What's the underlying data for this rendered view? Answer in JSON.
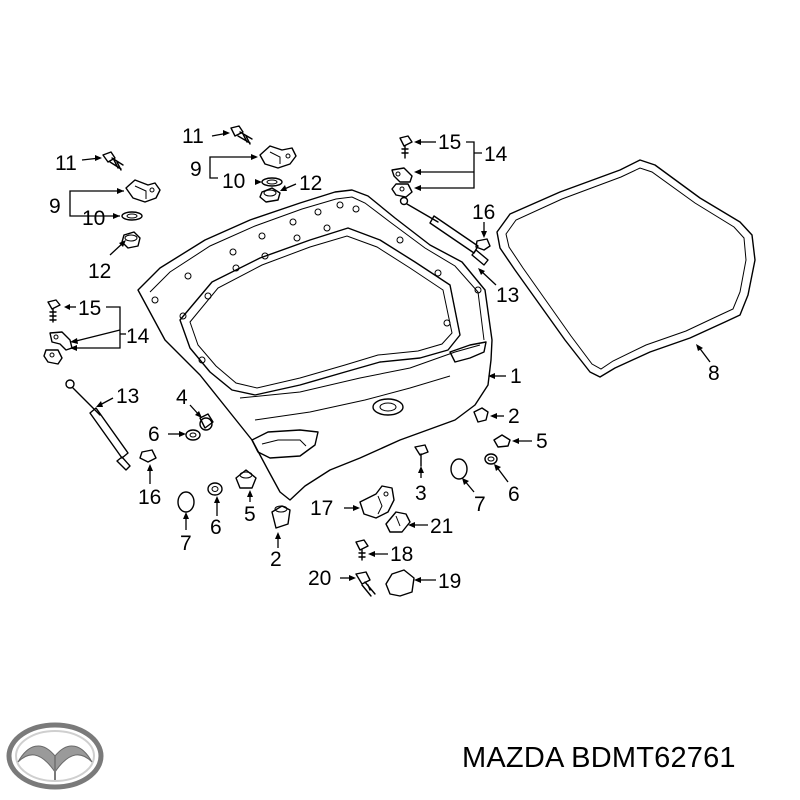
{
  "brand": "MAZDA",
  "part_number": "BDMT62761",
  "caption": "MAZDA BDMT62761",
  "colors": {
    "line": "#000000",
    "background": "#ffffff"
  },
  "callouts": [
    {
      "id": "c11a",
      "text": "11"
    },
    {
      "id": "c9a",
      "text": "9"
    },
    {
      "id": "c10a",
      "text": "10"
    },
    {
      "id": "c12a",
      "text": "12"
    },
    {
      "id": "c15a",
      "text": "15"
    },
    {
      "id": "c14a",
      "text": "14"
    },
    {
      "id": "c13a",
      "text": "13"
    },
    {
      "id": "c4",
      "text": "4"
    },
    {
      "id": "c6a",
      "text": "6"
    },
    {
      "id": "c16a",
      "text": "16"
    },
    {
      "id": "c7a",
      "text": "7"
    },
    {
      "id": "c6b",
      "text": "6"
    },
    {
      "id": "c5a",
      "text": "5"
    },
    {
      "id": "c2a",
      "text": "2"
    },
    {
      "id": "c11b",
      "text": "11"
    },
    {
      "id": "c9b",
      "text": "9"
    },
    {
      "id": "c10b",
      "text": "10"
    },
    {
      "id": "c12b",
      "text": "12"
    },
    {
      "id": "c15b",
      "text": "15"
    },
    {
      "id": "c14b",
      "text": "14"
    },
    {
      "id": "c16b",
      "text": "16"
    },
    {
      "id": "c13b",
      "text": "13"
    },
    {
      "id": "c8",
      "text": "8"
    },
    {
      "id": "c1",
      "text": "1"
    },
    {
      "id": "c2b",
      "text": "2"
    },
    {
      "id": "c5b",
      "text": "5"
    },
    {
      "id": "c6c",
      "text": "6"
    },
    {
      "id": "c7b",
      "text": "7"
    },
    {
      "id": "c3",
      "text": "3"
    },
    {
      "id": "c17",
      "text": "17"
    },
    {
      "id": "c21",
      "text": "21"
    },
    {
      "id": "c18",
      "text": "18"
    },
    {
      "id": "c20",
      "text": "20"
    },
    {
      "id": "c19",
      "text": "19"
    }
  ]
}
